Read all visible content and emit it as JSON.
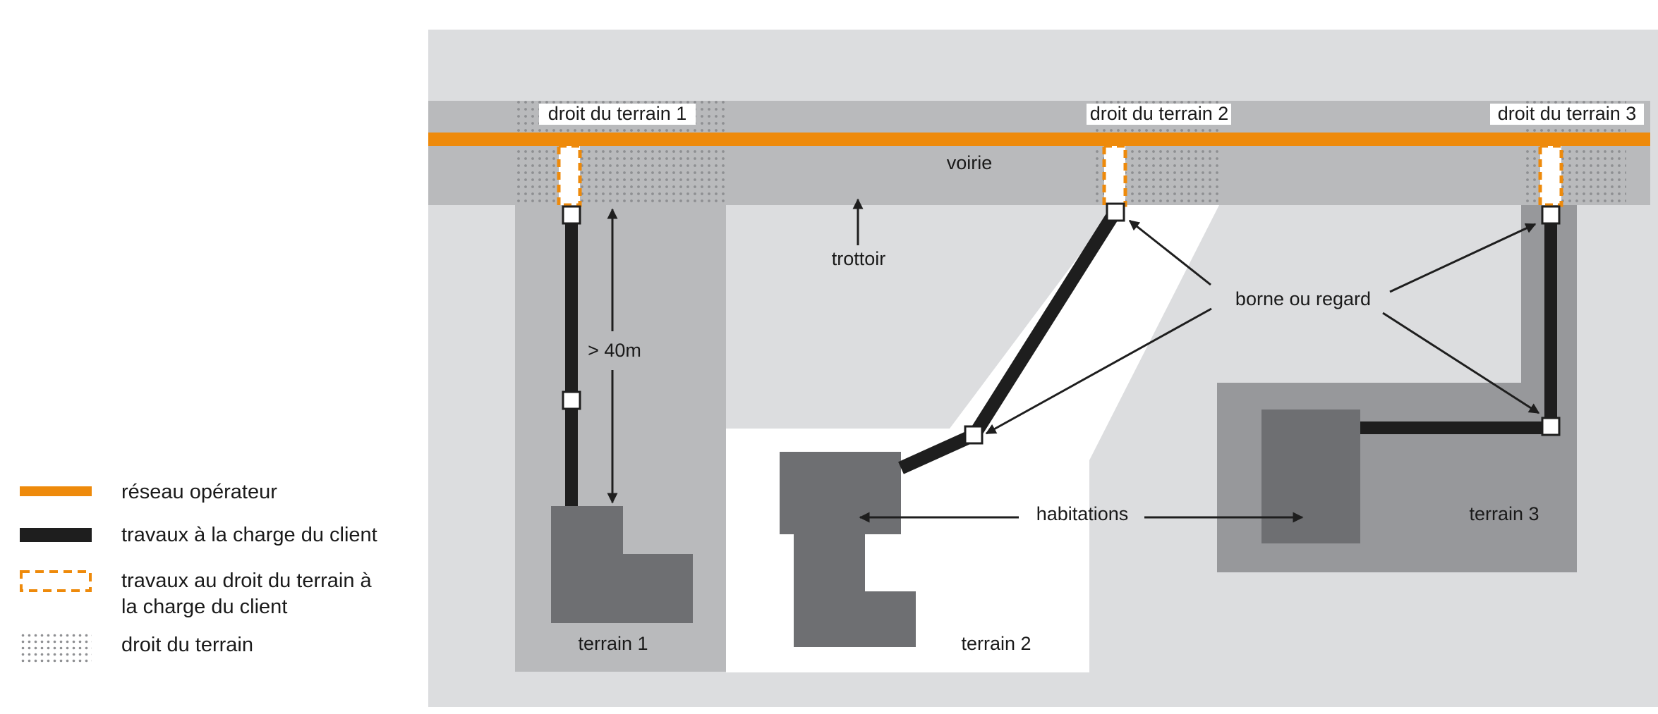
{
  "colors": {
    "operator_network": "#ee8a0b",
    "client_works": "#1e1e1e",
    "road": "#b9babc",
    "sidewalk": "#dcdddf",
    "terrain_light": "#b9babc",
    "terrain_dark": "#97989b",
    "house": "#6e6f72",
    "marker": "#ffffff"
  },
  "labels": {
    "right_1": "droit du terrain 1",
    "right_2": "droit du terrain 2",
    "right_3": "droit du terrain 3",
    "road": "voirie",
    "sidewalk": "trottoir",
    "distance": "> 40m",
    "marker": "borne ou regard",
    "houses": "habitations",
    "terrain_1": "terrain 1",
    "terrain_2": "terrain 2",
    "terrain_3": "terrain 3"
  },
  "legend": {
    "operator_network": "réseau opérateur",
    "client_works": "travaux à la charge du client",
    "client_works_right_line1": "travaux au droit du terrain à",
    "client_works_right_line2": "la charge du client",
    "land_right": "droit du terrain"
  }
}
